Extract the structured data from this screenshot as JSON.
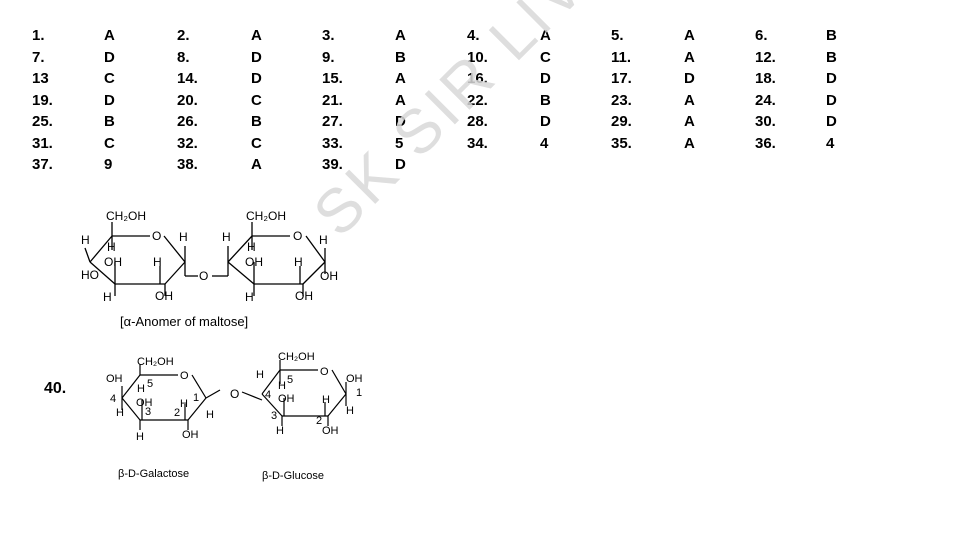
{
  "answers": [
    {
      "n": "1.",
      "a": "A"
    },
    {
      "n": "2.",
      "a": "A"
    },
    {
      "n": "3.",
      "a": "A"
    },
    {
      "n": "4.",
      "a": "A"
    },
    {
      "n": "5.",
      "a": "A"
    },
    {
      "n": "6.",
      "a": "B"
    },
    {
      "n": "7.",
      "a": "D"
    },
    {
      "n": "8.",
      "a": "D"
    },
    {
      "n": "9.",
      "a": "B"
    },
    {
      "n": "10.",
      "a": "C"
    },
    {
      "n": "11.",
      "a": "A"
    },
    {
      "n": "12.",
      "a": "B"
    },
    {
      "n": "13",
      "a": "C"
    },
    {
      "n": "14.",
      "a": "D"
    },
    {
      "n": "15.",
      "a": "A"
    },
    {
      "n": "16.",
      "a": "D"
    },
    {
      "n": "17.",
      "a": "D"
    },
    {
      "n": "18.",
      "a": "D"
    },
    {
      "n": "19.",
      "a": "D"
    },
    {
      "n": "20.",
      "a": "C"
    },
    {
      "n": "21.",
      "a": "A"
    },
    {
      "n": "22.",
      "a": "B"
    },
    {
      "n": "23.",
      "a": "A"
    },
    {
      "n": "24.",
      "a": "D"
    },
    {
      "n": "25.",
      "a": "B"
    },
    {
      "n": "26.",
      "a": "B"
    },
    {
      "n": "27.",
      "a": "D"
    },
    {
      "n": "28.",
      "a": "D"
    },
    {
      "n": "29.",
      "a": "A"
    },
    {
      "n": "30.",
      "a": "D"
    },
    {
      "n": "31.",
      "a": "C"
    },
    {
      "n": "32.",
      "a": "C"
    },
    {
      "n": "33.",
      "a": "5"
    },
    {
      "n": "34.",
      "a": "4"
    },
    {
      "n": "35.",
      "a": "A"
    },
    {
      "n": "36.",
      "a": "4"
    },
    {
      "n": "37.",
      "a": "9"
    },
    {
      "n": "38.",
      "a": "A"
    },
    {
      "n": "39.",
      "a": "D"
    }
  ],
  "watermark": "SK SIR LIVE",
  "q39": {
    "caption": "[α-Anomer of maltose]",
    "ring1": {
      "ch2oh": "CH₂OH",
      "h_left": "H",
      "h_in": "H",
      "oh_in": "OH",
      "ho": "HO",
      "h_bot": "H",
      "h_mid": "H",
      "oh_bot": "OH",
      "h_right": "H"
    },
    "ring2": {
      "ch2oh": "CH₂OH",
      "h_left": "H",
      "h_in": "H",
      "oh_in": "OH",
      "h_bot": "H",
      "h_mid": "H",
      "oh_bot": "OH",
      "h_right": "H",
      "oh_right": "OH"
    },
    "bridge_o": "O",
    "ring_o": "O"
  },
  "q40": {
    "number": "40.",
    "galactose_label": "β-D-Galactose",
    "glucose_label": "β-D-Glucose",
    "bridge_o": "O",
    "ring_o": "O",
    "gal": {
      "ch2oh": "CH₂OH",
      "oh_top": "OH",
      "c5": "5",
      "h5": "H",
      "c4": "4",
      "h4": "H",
      "oh3": "OH",
      "c3": "3",
      "h3": "H",
      "c2": "2",
      "h2": "H",
      "c1": "1",
      "h1": "H",
      "h_bot": "H",
      "oh_bot": "OH"
    },
    "glc": {
      "ch2oh": "CH₂OH",
      "h_top": "H",
      "c5": "5",
      "h5": "H",
      "c4": "4",
      "oh4": "OH",
      "c3": "3",
      "h3": "H",
      "c2": "2",
      "h2": "H",
      "oh2": "OH",
      "oh1": "OH",
      "c1": "1",
      "h1": "H"
    }
  }
}
